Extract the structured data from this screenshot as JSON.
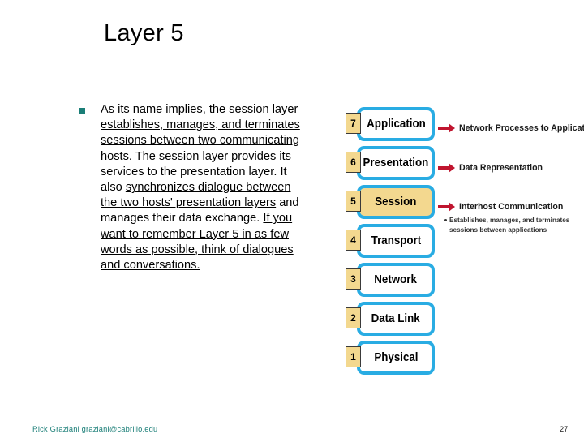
{
  "slide": {
    "title": "Layer 5",
    "page_number": "27",
    "footer_credit": "Rick Graziani  graziani@cabrillo.edu"
  },
  "colors": {
    "bullet_marker": "#1a7e77",
    "footer_text": "#1a7e77",
    "layer_border": "#29ace3",
    "layer_highlight": "#f3d88f",
    "number_box": "#f3d88f",
    "arrow": "#c0152f",
    "body_text": "#000000"
  },
  "body": {
    "bullet_marker_icon": "square-bullet-icon",
    "segments": [
      {
        "text": "As its name implies, the session layer ",
        "underline": false
      },
      {
        "text": "establishes, manages, and terminates sessions between two communicating hosts.",
        "underline": true
      },
      {
        "text": " The session layer provides its services to the presentation layer. It also ",
        "underline": false
      },
      {
        "text": "synchronizes dialogue between the two hosts' presentation layers",
        "underline": true
      },
      {
        "text": " and manages their data exchange. ",
        "underline": false
      },
      {
        "text": "If you want to remember Layer 5 in as few words as possible, think of dialogues and conversations.",
        "underline": true
      }
    ],
    "full_text": "As its name implies, the session layer establishes, manages, and terminates sessions between two communicating hosts. The session layer provides its services to the presentation layer. It also synchronizes dialogue between the two hosts' presentation layers and manages their data exchange. If you want to remember Layer 5 in as few words as possible, think of dialogues and conversations."
  },
  "osi_stack": {
    "layers": [
      {
        "number": "7",
        "name": "Application",
        "highlighted": false
      },
      {
        "number": "6",
        "name": "Presentation",
        "highlighted": false
      },
      {
        "number": "5",
        "name": "Session",
        "highlighted": true
      },
      {
        "number": "4",
        "name": "Transport",
        "highlighted": false
      },
      {
        "number": "3",
        "name": "Network",
        "highlighted": false
      },
      {
        "number": "2",
        "name": "Data Link",
        "highlighted": false
      },
      {
        "number": "1",
        "name": "Physical",
        "highlighted": false
      }
    ],
    "descriptions": [
      {
        "layer": "7",
        "label": "Network Processes to Applications",
        "arrow_icon": "right-arrow-icon"
      },
      {
        "layer": "6",
        "label": "Data Representation",
        "arrow_icon": "right-arrow-icon"
      },
      {
        "layer": "5",
        "label": "Interhost Communication",
        "arrow_icon": "right-arrow-icon"
      }
    ],
    "session_note": {
      "bullet_icon": "dot-bullet-icon",
      "line1": "Establishes, manages, and terminates",
      "line2": "sessions between applications"
    }
  }
}
